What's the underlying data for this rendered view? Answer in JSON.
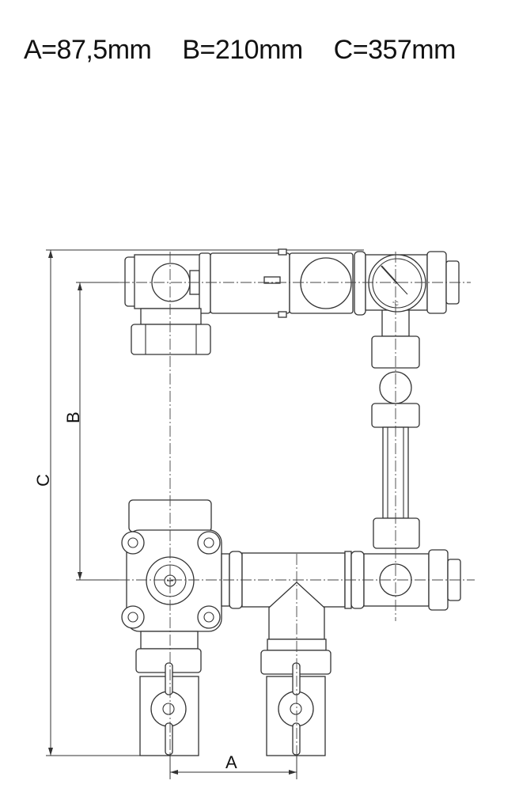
{
  "dimensions_header": {
    "a": "A=87,5mm",
    "b": "B=210mm",
    "c": "C=357mm"
  },
  "drawing": {
    "label_a": "A",
    "label_b": "B",
    "label_c": "C",
    "thermometer_unit": "°C"
  }
}
